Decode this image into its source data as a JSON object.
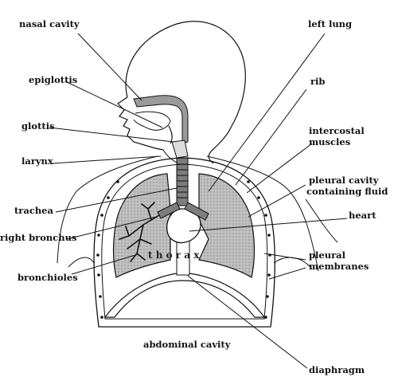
{
  "labels": {
    "nasal_cavity": "nasal cavity",
    "epiglottis": "epiglottis",
    "glottis": "glottis",
    "larynx": "larynx",
    "trachea": "trachea",
    "right_bronchus": "right bronchus",
    "bronchioles": "bronchioles",
    "left_lung": "left lung",
    "rib": "rib",
    "intercostal_muscles_1": "intercostal",
    "intercostal_muscles_2": "muscles",
    "pleural_cavity_1": "pleural cavity",
    "pleural_cavity_2": "containing fluid",
    "heart": "heart",
    "pleural_membranes_1": "pleural",
    "pleural_membranes_2": "membranes",
    "abdominal_cavity": "abdominal cavity",
    "diaphragm": "diaphragm",
    "thorax": "t h o r a x"
  },
  "colors": {
    "ink": "#111111",
    "lung_fill": "#b9b9b9",
    "background": "#ffffff"
  }
}
